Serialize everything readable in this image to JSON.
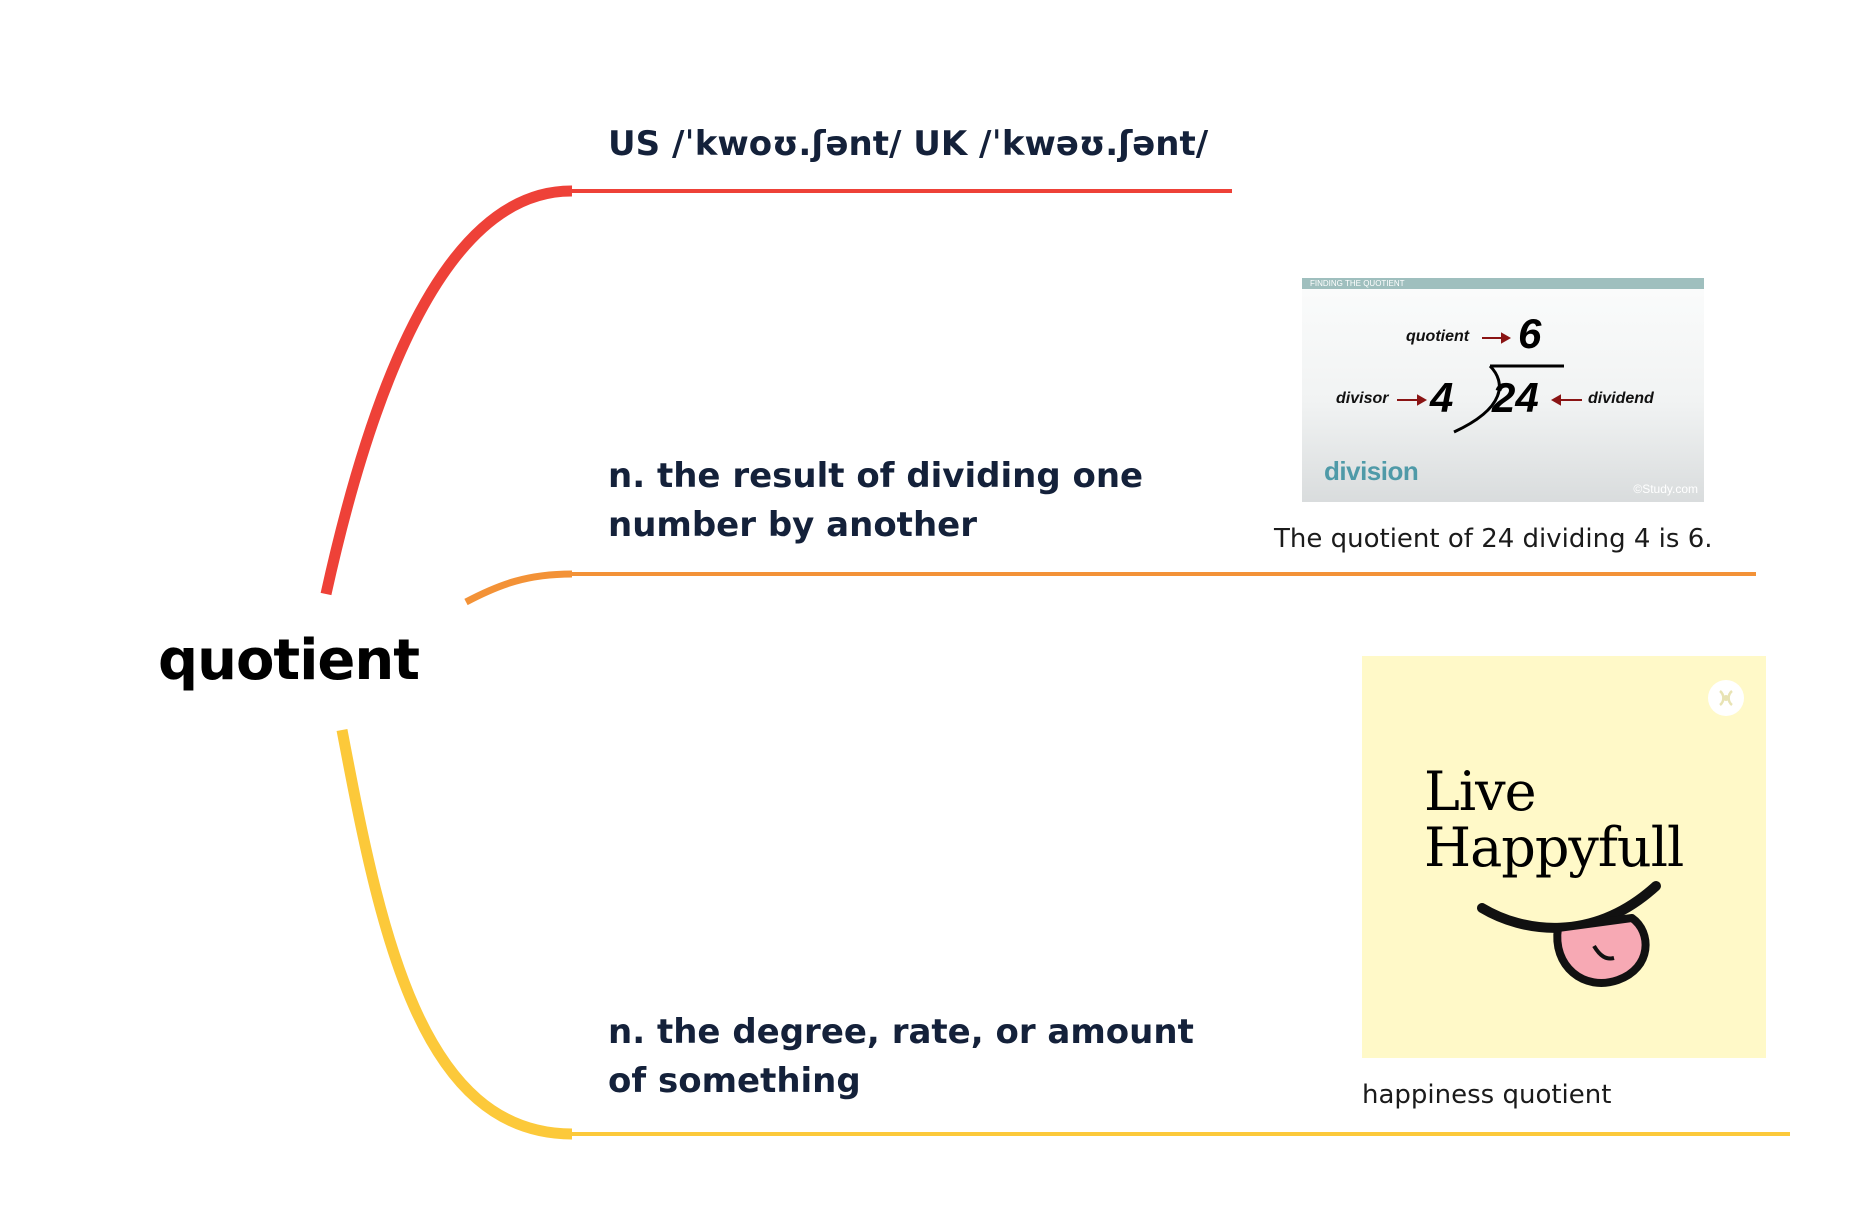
{
  "central_topic": "quotient",
  "branches": {
    "pronunciation": {
      "us_label": "US",
      "us_ipa": "/ˈkwoʊ.ʃənt/",
      "uk_label": "UK",
      "uk_ipa": "/ˈkwəʊ.ʃənt/",
      "color": "#ee4138"
    },
    "definition_math": {
      "text": "n. the result of dividing one number by another",
      "color": "#f39237",
      "image": {
        "header": "FINDING THE QUOTIENT",
        "label_quotient": "quotient",
        "label_divisor": "divisor",
        "label_dividend": "dividend",
        "quotient_value": "6",
        "divisor_value": "4",
        "dividend_value": "24",
        "word": "division",
        "credit": "©Study.com"
      },
      "caption": "The quotient of 24 dividing 4 is 6."
    },
    "definition_degree": {
      "text": "n. the degree, rate, or amount of something",
      "color": "#fcc93a",
      "image": {
        "title_line1": "Live",
        "title_line2": "Happyfull",
        "background": "#fff9c8"
      },
      "caption": "happiness quotient"
    }
  }
}
